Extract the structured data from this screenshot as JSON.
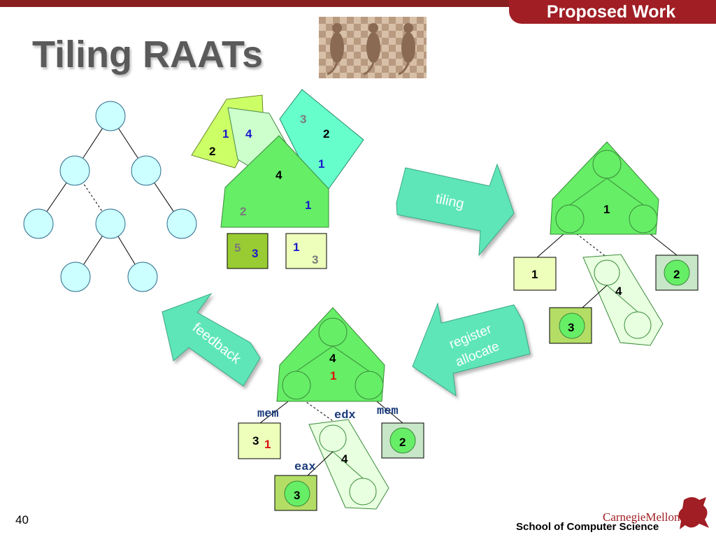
{
  "header": {
    "section": "Proposed Work"
  },
  "slide": {
    "title": "Tiling RAATs",
    "number": "40"
  },
  "footer": {
    "school": "School of Computer Science",
    "university": "CarnegieMellon"
  },
  "arrows": {
    "tiling": "tiling",
    "register_allocate_1": "register",
    "register_allocate_2": "allocate",
    "feedback": "feedback"
  },
  "tiles": {
    "small_left": {
      "a": "1",
      "b": "2"
    },
    "middle": {
      "a": "4"
    },
    "right": {
      "a": "3",
      "b": "2",
      "c": "1"
    },
    "big": {
      "a": "4",
      "b": "2",
      "c": "1"
    },
    "box_a": {
      "a": "5",
      "b": "3"
    },
    "box_b": {
      "a": "1",
      "b": "3"
    }
  },
  "tiled_tree": {
    "top": "1",
    "left_box": "1",
    "right_box": "2",
    "mid": "4",
    "bottom_box": "3"
  },
  "allocated_tree": {
    "top_a": "4",
    "top_b": "1",
    "left_box_a": "3",
    "left_box_b": "1",
    "right_box": "2",
    "mid": "4",
    "bottom_box": "3",
    "reg_left": "mem",
    "reg_mid": "edx",
    "reg_right": "mem",
    "reg_bottom": "eax"
  },
  "colors": {
    "accent": "#a01e24",
    "tile_green": "#66e866",
    "tile_light": "#e8ffe0",
    "arrow": "#5ee6b8",
    "node": "#ccffff"
  }
}
